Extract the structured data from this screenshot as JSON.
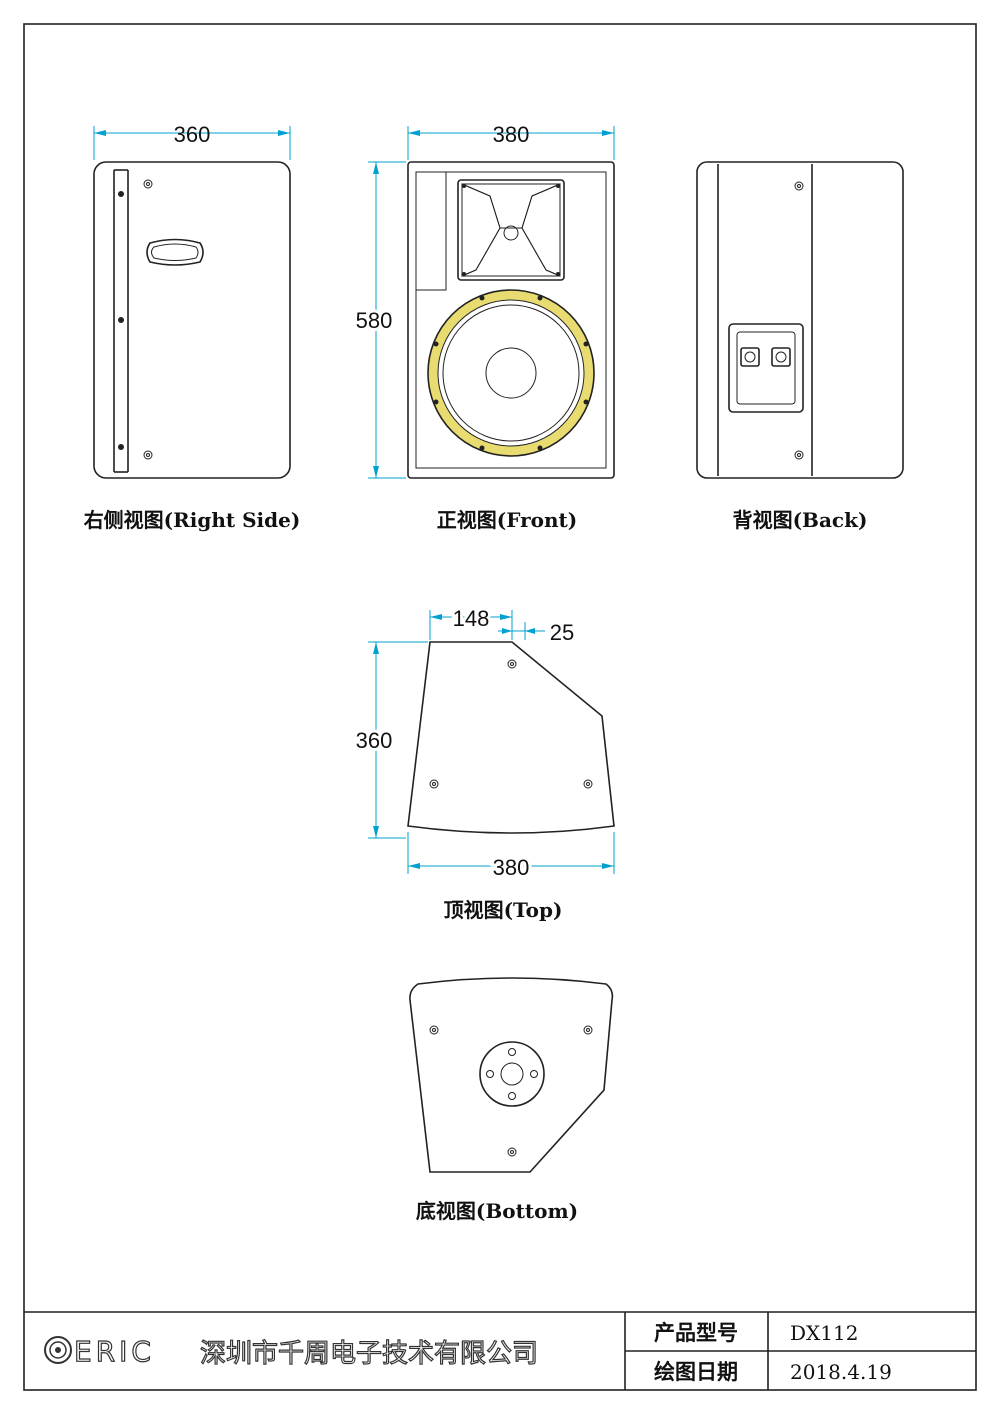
{
  "views": {
    "right_side": "右侧视图(Right Side)",
    "front": "正视图(Front)",
    "back": "背视图(Back)",
    "top": "顶视图(Top)",
    "bottom": "底视图(Bottom)"
  },
  "dimensions": {
    "side_width": "360",
    "front_width": "380",
    "front_height": "580",
    "top_offset": "148",
    "top_small": "25",
    "top_depth": "360",
    "top_width": "380"
  },
  "title_block": {
    "logo": "ERIC",
    "company": "深圳市千周电子技术有限公司",
    "model_label": "产品型号",
    "model_value": "DX112",
    "date_label": "绘图日期",
    "date_value": "2018.4.19"
  },
  "colors": {
    "dimension": "#00a0d0",
    "woofer_ring": "#e8dc70"
  }
}
